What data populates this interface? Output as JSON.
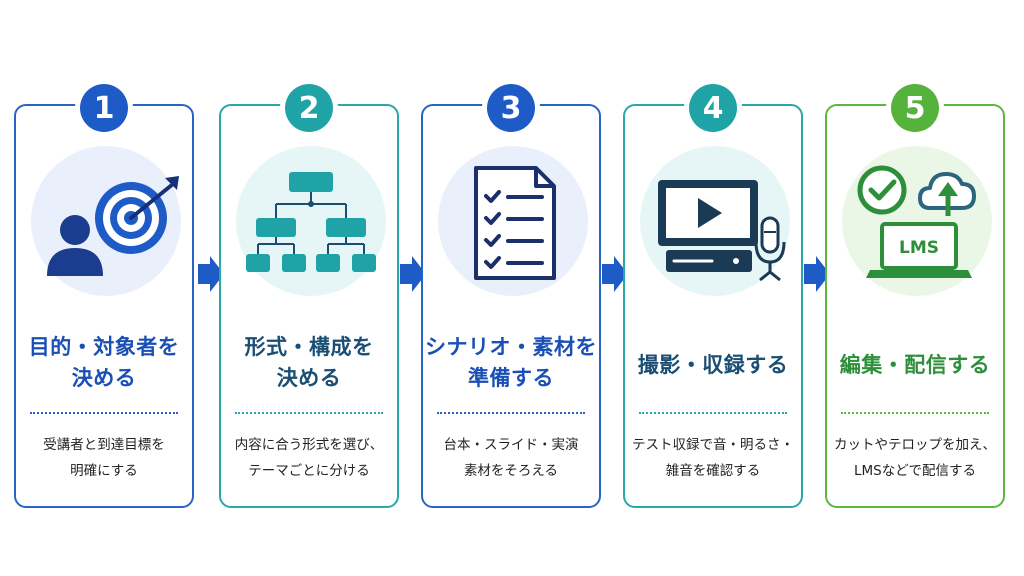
{
  "colors": {
    "step1": "#1e5bc6",
    "step2": "#1fa3a6",
    "step3": "#1e5bc6",
    "step4": "#1fa3a6",
    "step5": "#55b23a",
    "arrow": "#1e5bc6"
  },
  "steps": [
    {
      "number": "1",
      "title": [
        "目的・対象者を",
        "決める"
      ],
      "desc": [
        "受講者と到達目標を",
        "明確にする"
      ],
      "icon": "person-target-icon"
    },
    {
      "number": "2",
      "title": [
        "形式・構成を",
        "決める"
      ],
      "desc": [
        "内容に合う形式を選び、",
        "テーマごとに分ける"
      ],
      "icon": "org-chart-icon"
    },
    {
      "number": "3",
      "title": [
        "シナリオ・素材を",
        "準備する"
      ],
      "desc": [
        "台本・スライド・実演",
        "素材をそろえる"
      ],
      "icon": "checklist-document-icon"
    },
    {
      "number": "4",
      "title": [
        "撮影・収録する"
      ],
      "desc": [
        "テスト収録で音・明るさ・",
        "雑音を確認する"
      ],
      "icon": "video-monitor-microphone-icon"
    },
    {
      "number": "5",
      "title": [
        "編集・配信する"
      ],
      "desc": [
        "カットやテロップを加え、",
        "LMSなどで配信する"
      ],
      "icon": "check-upload-lms-laptop-icon",
      "lms_label": "LMS"
    }
  ]
}
